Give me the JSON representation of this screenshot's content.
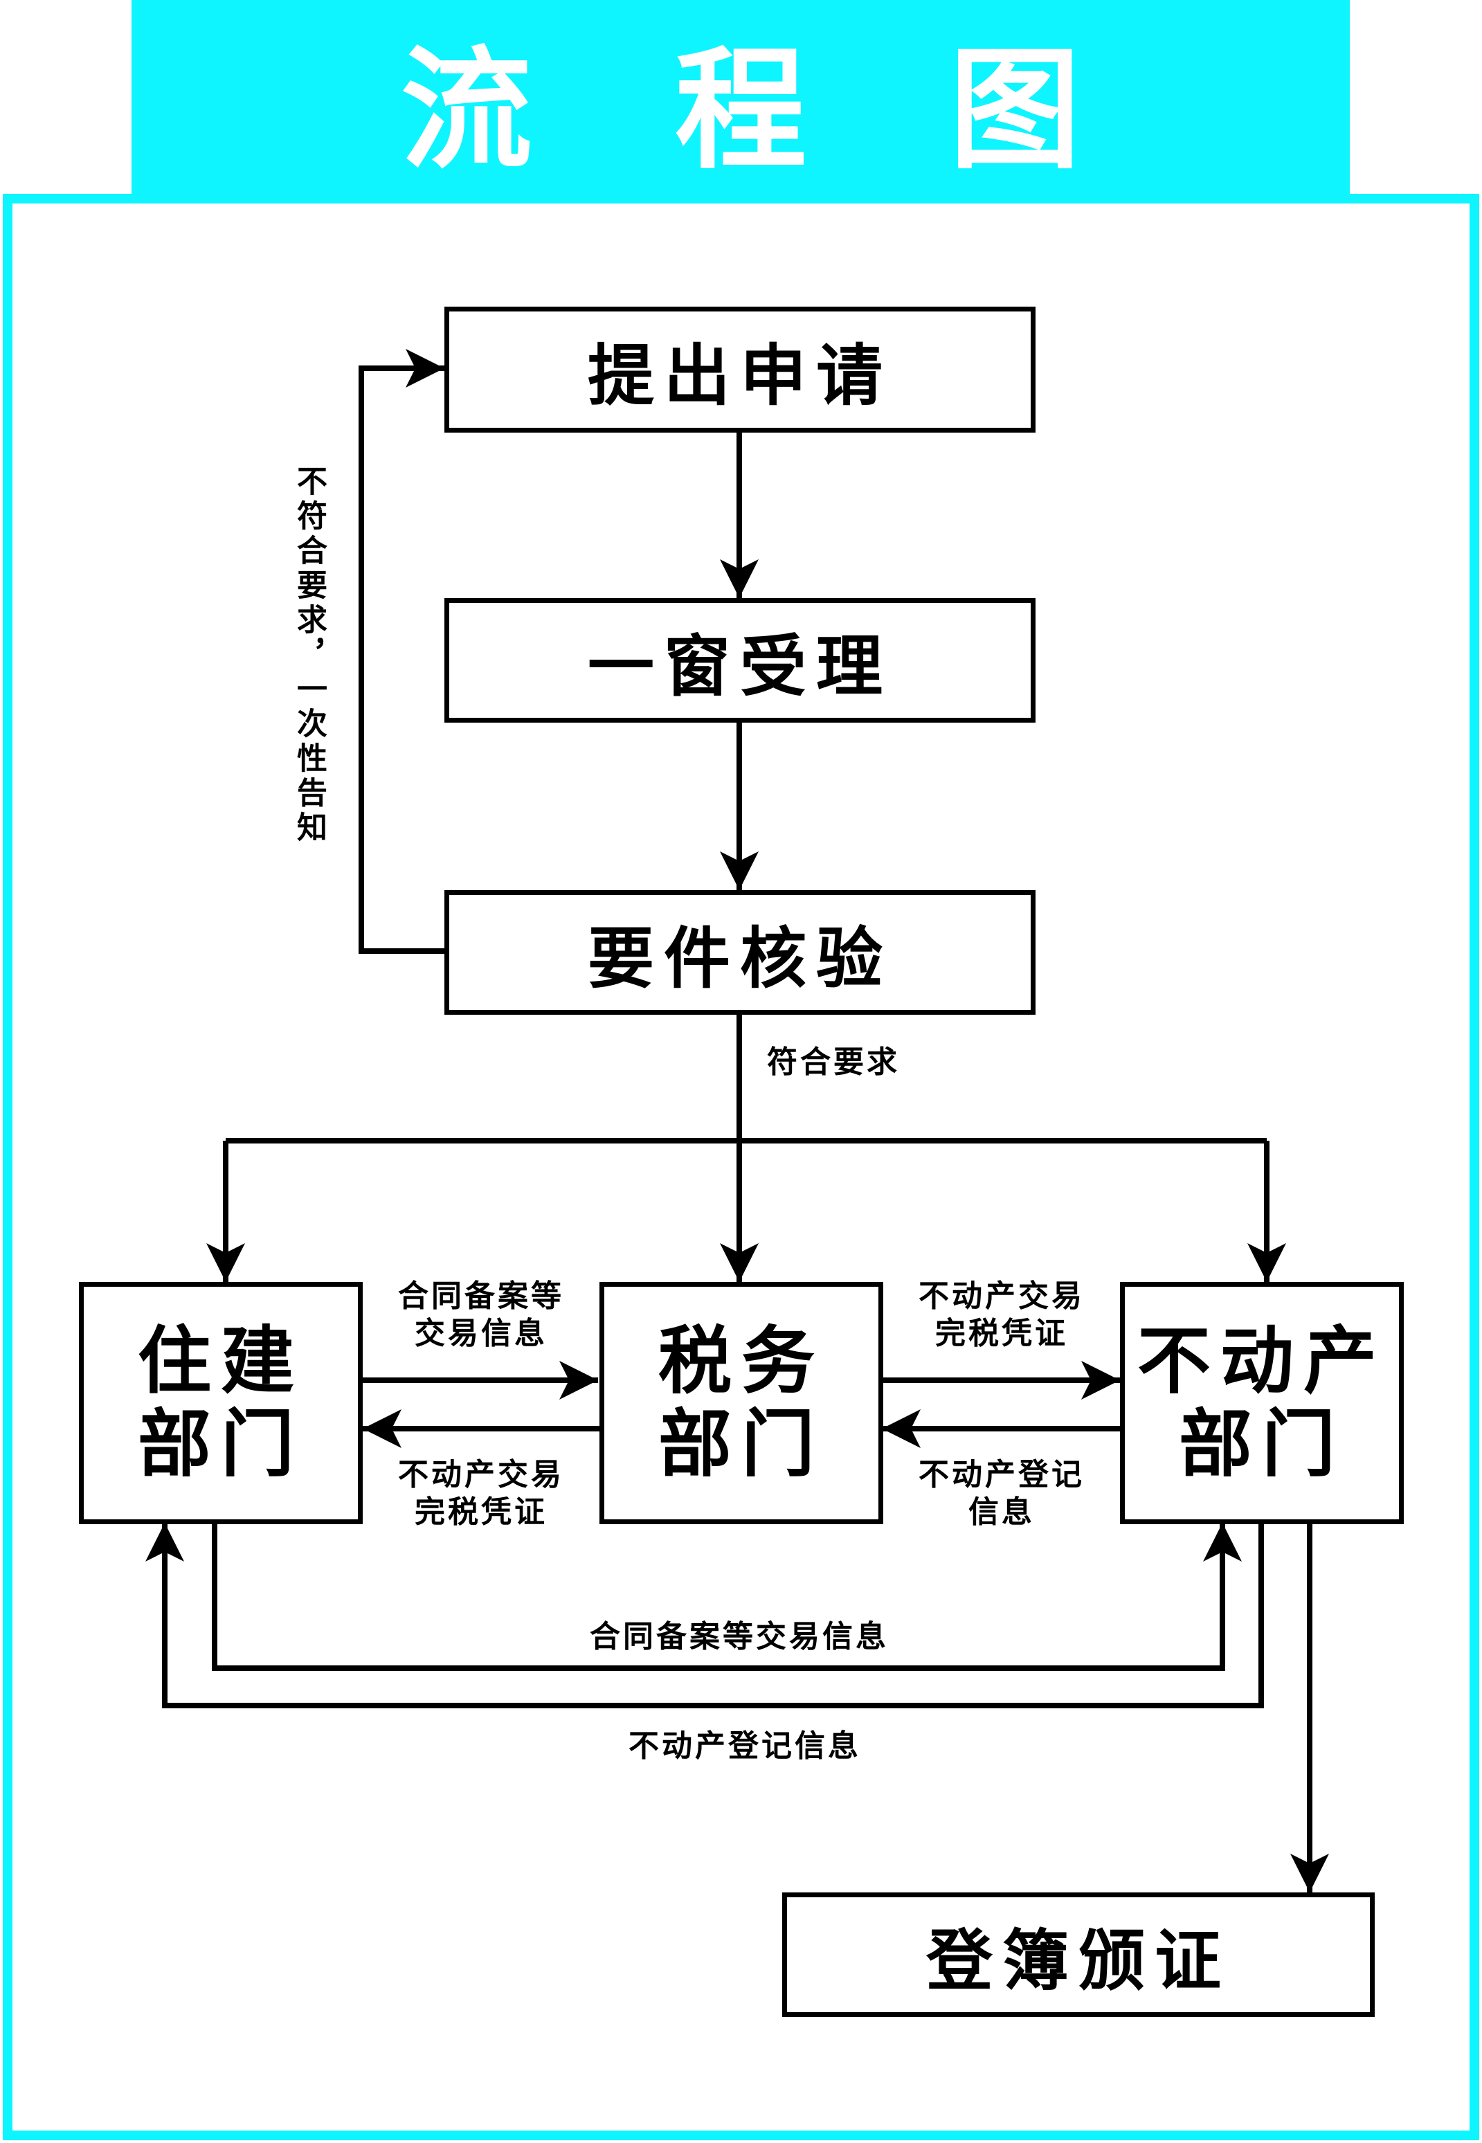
{
  "title": "流 程 图",
  "colors": {
    "accent": "#0ff5ff",
    "line": "#000000",
    "title_text": "#ffffff"
  },
  "steps": {
    "apply": "提出申请",
    "accept": "一窗受理",
    "verify": "要件核验",
    "issue": "登簿颁证"
  },
  "departments": {
    "housing": {
      "line1": "住建",
      "line2": "部门"
    },
    "tax": {
      "line1": "税务",
      "line2": "部门"
    },
    "realestate": {
      "line1": "不动产",
      "line2": "部门"
    }
  },
  "labels": {
    "reject": "不符合要求，一次性告知",
    "meets": "符合要求",
    "housing_to_tax_1": "合同备案等",
    "housing_to_tax_2": "交易信息",
    "tax_to_housing_1": "不动产交易",
    "tax_to_housing_2": "完税凭证",
    "tax_to_realestate_1": "不动产交易",
    "tax_to_realestate_2": "完税凭证",
    "realestate_to_tax_1": "不动产登记",
    "realestate_to_tax_2": "信息",
    "housing_to_realestate": "合同备案等交易信息",
    "realestate_to_housing": "不动产登记信息"
  }
}
